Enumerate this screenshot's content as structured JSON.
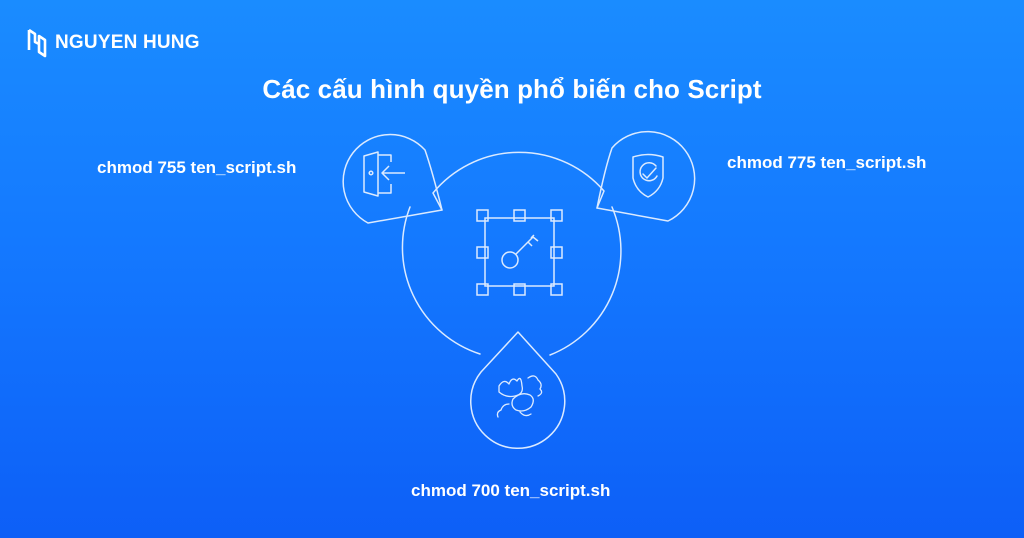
{
  "brand": {
    "name": "NGUYEN HUNG",
    "logo_icon": "nh-monogram-icon"
  },
  "title": "Các cấu hình quyền phổ biến cho Script",
  "colors": {
    "background_top": "#1a8cff",
    "background_bottom": "#0d5ff7",
    "line": "#dbeaff",
    "text": "#ffffff"
  },
  "diagram": {
    "center": {
      "icon": "key-in-frame-icon"
    },
    "nodes": [
      {
        "position": "top-left",
        "icon": "door-enter-icon",
        "label": "chmod 755 ten_script.sh"
      },
      {
        "position": "top-right",
        "icon": "shield-check-icon",
        "label": "chmod 775 ten_script.sh"
      },
      {
        "position": "bottom",
        "icon": "handshake-icon",
        "label": "chmod 700 ten_script.sh"
      }
    ]
  }
}
